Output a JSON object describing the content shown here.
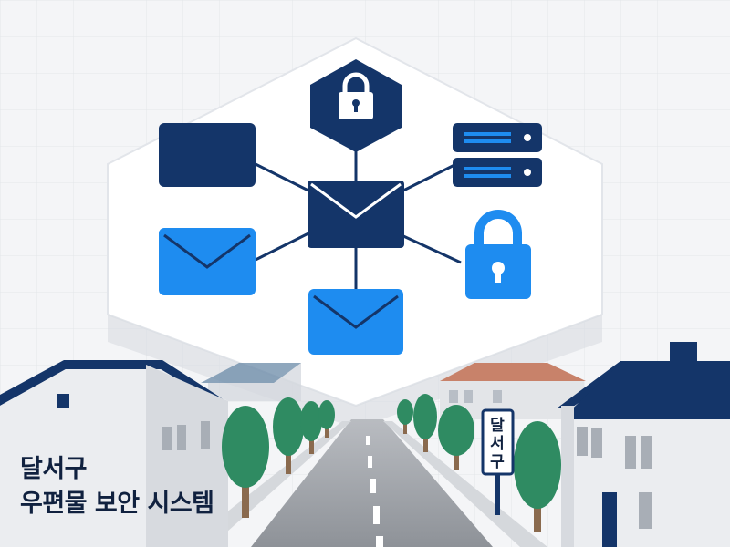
{
  "caption": {
    "line1": "달서구",
    "line2": "우편물 보안 시스템"
  },
  "sign": {
    "chars": [
      "달",
      "서",
      "구"
    ]
  },
  "icons": [
    "lock-icon",
    "mail-icon",
    "server-icon",
    "window-icon",
    "padlock-icon"
  ],
  "colors": {
    "navy": "#143569",
    "blue": "#1e8cf0",
    "tree": "#2f8b62",
    "roof_brown": "#c8826a",
    "house_wall": "#ebedf0",
    "road": "#9a9ea4"
  }
}
